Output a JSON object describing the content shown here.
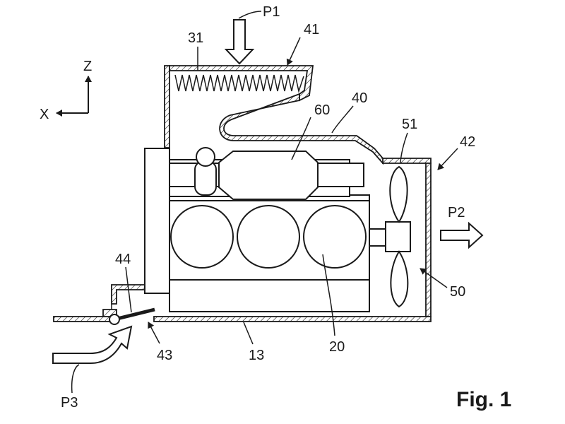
{
  "figure_label": "Fig. 1",
  "axes": {
    "vertical": "Z",
    "horizontal": "X"
  },
  "flows": {
    "top_inflow": "P1",
    "right_outflow": "P2",
    "bottom_inflow": "P3"
  },
  "reference_numerals": {
    "n13": "13",
    "n20": "20",
    "n31": "31",
    "n40": "40",
    "n41": "41",
    "n42": "42",
    "n43": "43",
    "n44": "44",
    "n50": "50",
    "n51": "51",
    "n60": "60"
  }
}
